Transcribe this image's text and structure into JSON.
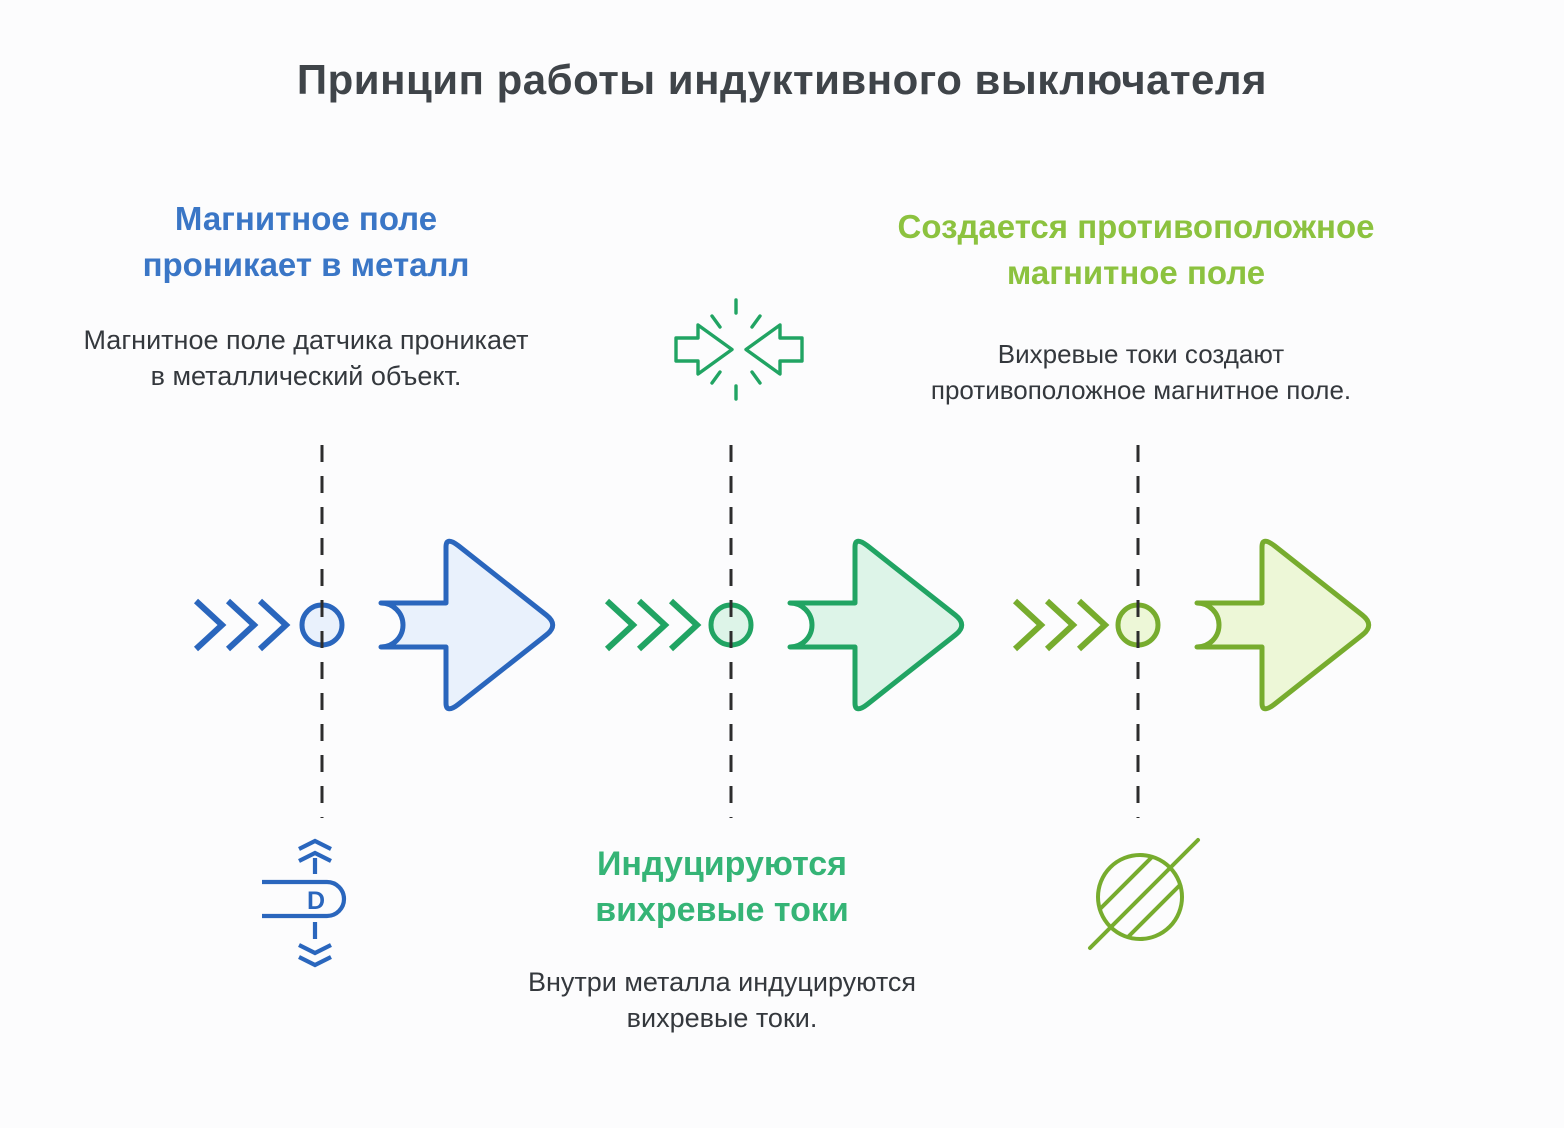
{
  "title": "Принцип работы индуктивного выключателя",
  "steps": {
    "field_penetrates": {
      "heading": "Магнитное поле\nпроникает в металл",
      "body": "Магнитное поле датчика проникает\nв металлический объект."
    },
    "eddy_currents": {
      "heading": "Индуцируются\nвихревые токи",
      "body": "Внутри металла индуцируются\nвихревые токи."
    },
    "opposite_field": {
      "heading": "Создается противоположное\nмагнитное поле",
      "body": "Вихревые токи создают\nпротивоположное магнитное поле."
    }
  },
  "icons": {
    "collide_arrows": "collide-arrows-icon",
    "sensing_distance": "sensing-distance-icon",
    "sensing_distance_label": "D",
    "no_field": "hatched-circle-icon"
  },
  "colors": {
    "title_text": "#3f4449",
    "body_text": "#34383d",
    "blue_heading": "#3a76c6",
    "blue_stroke": "#2a66bd",
    "blue_fill": "#e9f1fc",
    "green_heading": "#35b476",
    "green_stroke": "#21a463",
    "green_fill": "#ddf4e8",
    "lime_heading": "#8cc23f",
    "lime_stroke": "#77ac2e",
    "lime_fill": "#edf7d7",
    "dash_line": "#2d2d2d"
  }
}
